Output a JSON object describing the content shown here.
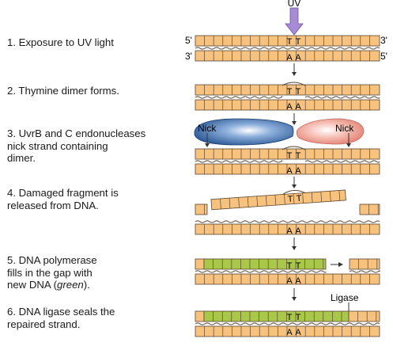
{
  "steps": [
    {
      "text": "1. Exposure to UV light"
    },
    {
      "text": "2. Thymine dimer forms."
    },
    {
      "text": "3. UvrB and C endonucleases\nnick strand containing\ndimer."
    },
    {
      "text": "4. Damaged fragment is\nreleased from DNA."
    },
    {
      "text": "5. DNA polymerase\nfills in the gap with\nnew DNA (",
      "em": "green",
      "after": ")."
    },
    {
      "text": "6. DNA ligase seals the\nrepaired strand."
    }
  ],
  "labels": {
    "uv": "UV",
    "five_prime": "5'",
    "three_prime": "3'",
    "nick": "Nick",
    "ligase": "Ligase",
    "t": "T",
    "a": "A"
  },
  "colors": {
    "dna_old": "#f6c27e",
    "dna_new": "#a9c84a",
    "outline": "#5a4632",
    "uv_arrow": "#a78bd6",
    "nick_left": "#27508f",
    "nick_right": "#ec9a8e"
  }
}
